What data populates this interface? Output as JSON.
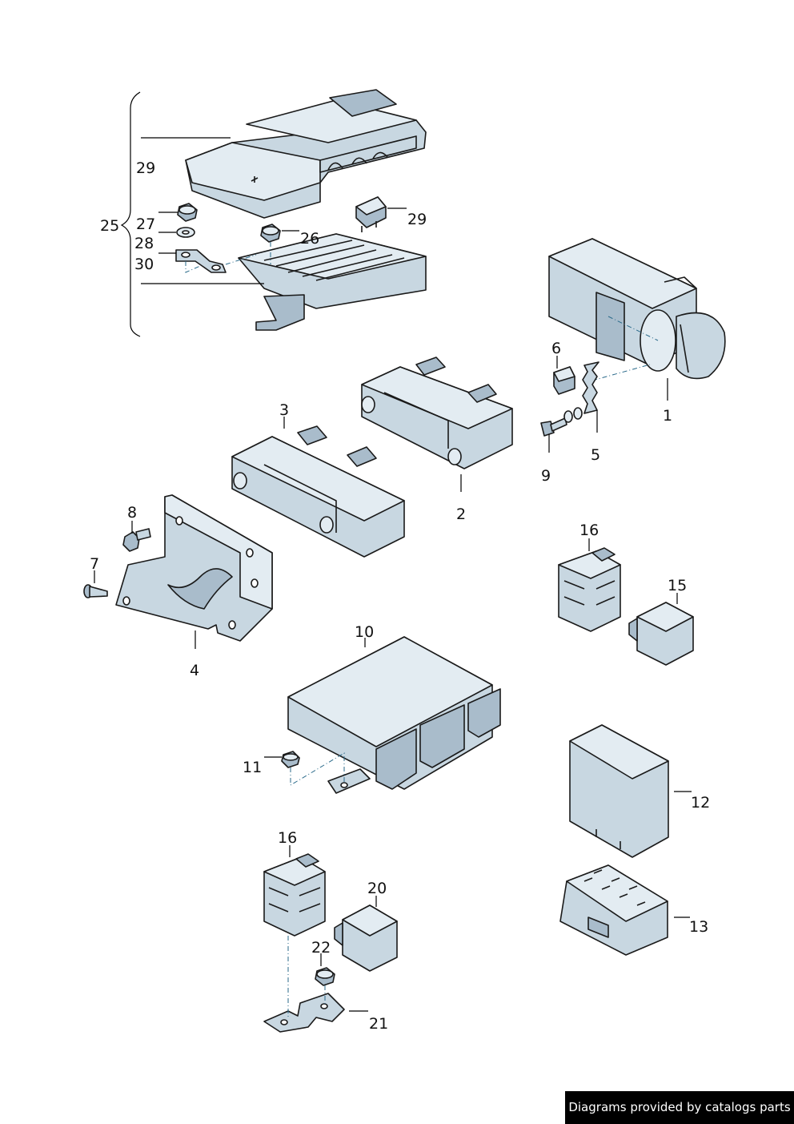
{
  "callouts": {
    "p1": "1",
    "p2": "2",
    "p3": "3",
    "p4": "4",
    "p5": "5",
    "p6": "6",
    "p7": "7",
    "p8": "8",
    "p9": "9",
    "p10": "10",
    "p11": "11",
    "p12": "12",
    "p13": "13",
    "p15": "15",
    "p16a": "16",
    "p16b": "16",
    "p20": "20",
    "p21": "21",
    "p22": "22",
    "p25": "25",
    "p26": "26",
    "p27": "27",
    "p28": "28",
    "p29a": "29",
    "p29b": "29",
    "p30": "30"
  },
  "footer": {
    "text": "Diagrams provided by catalogs parts"
  }
}
